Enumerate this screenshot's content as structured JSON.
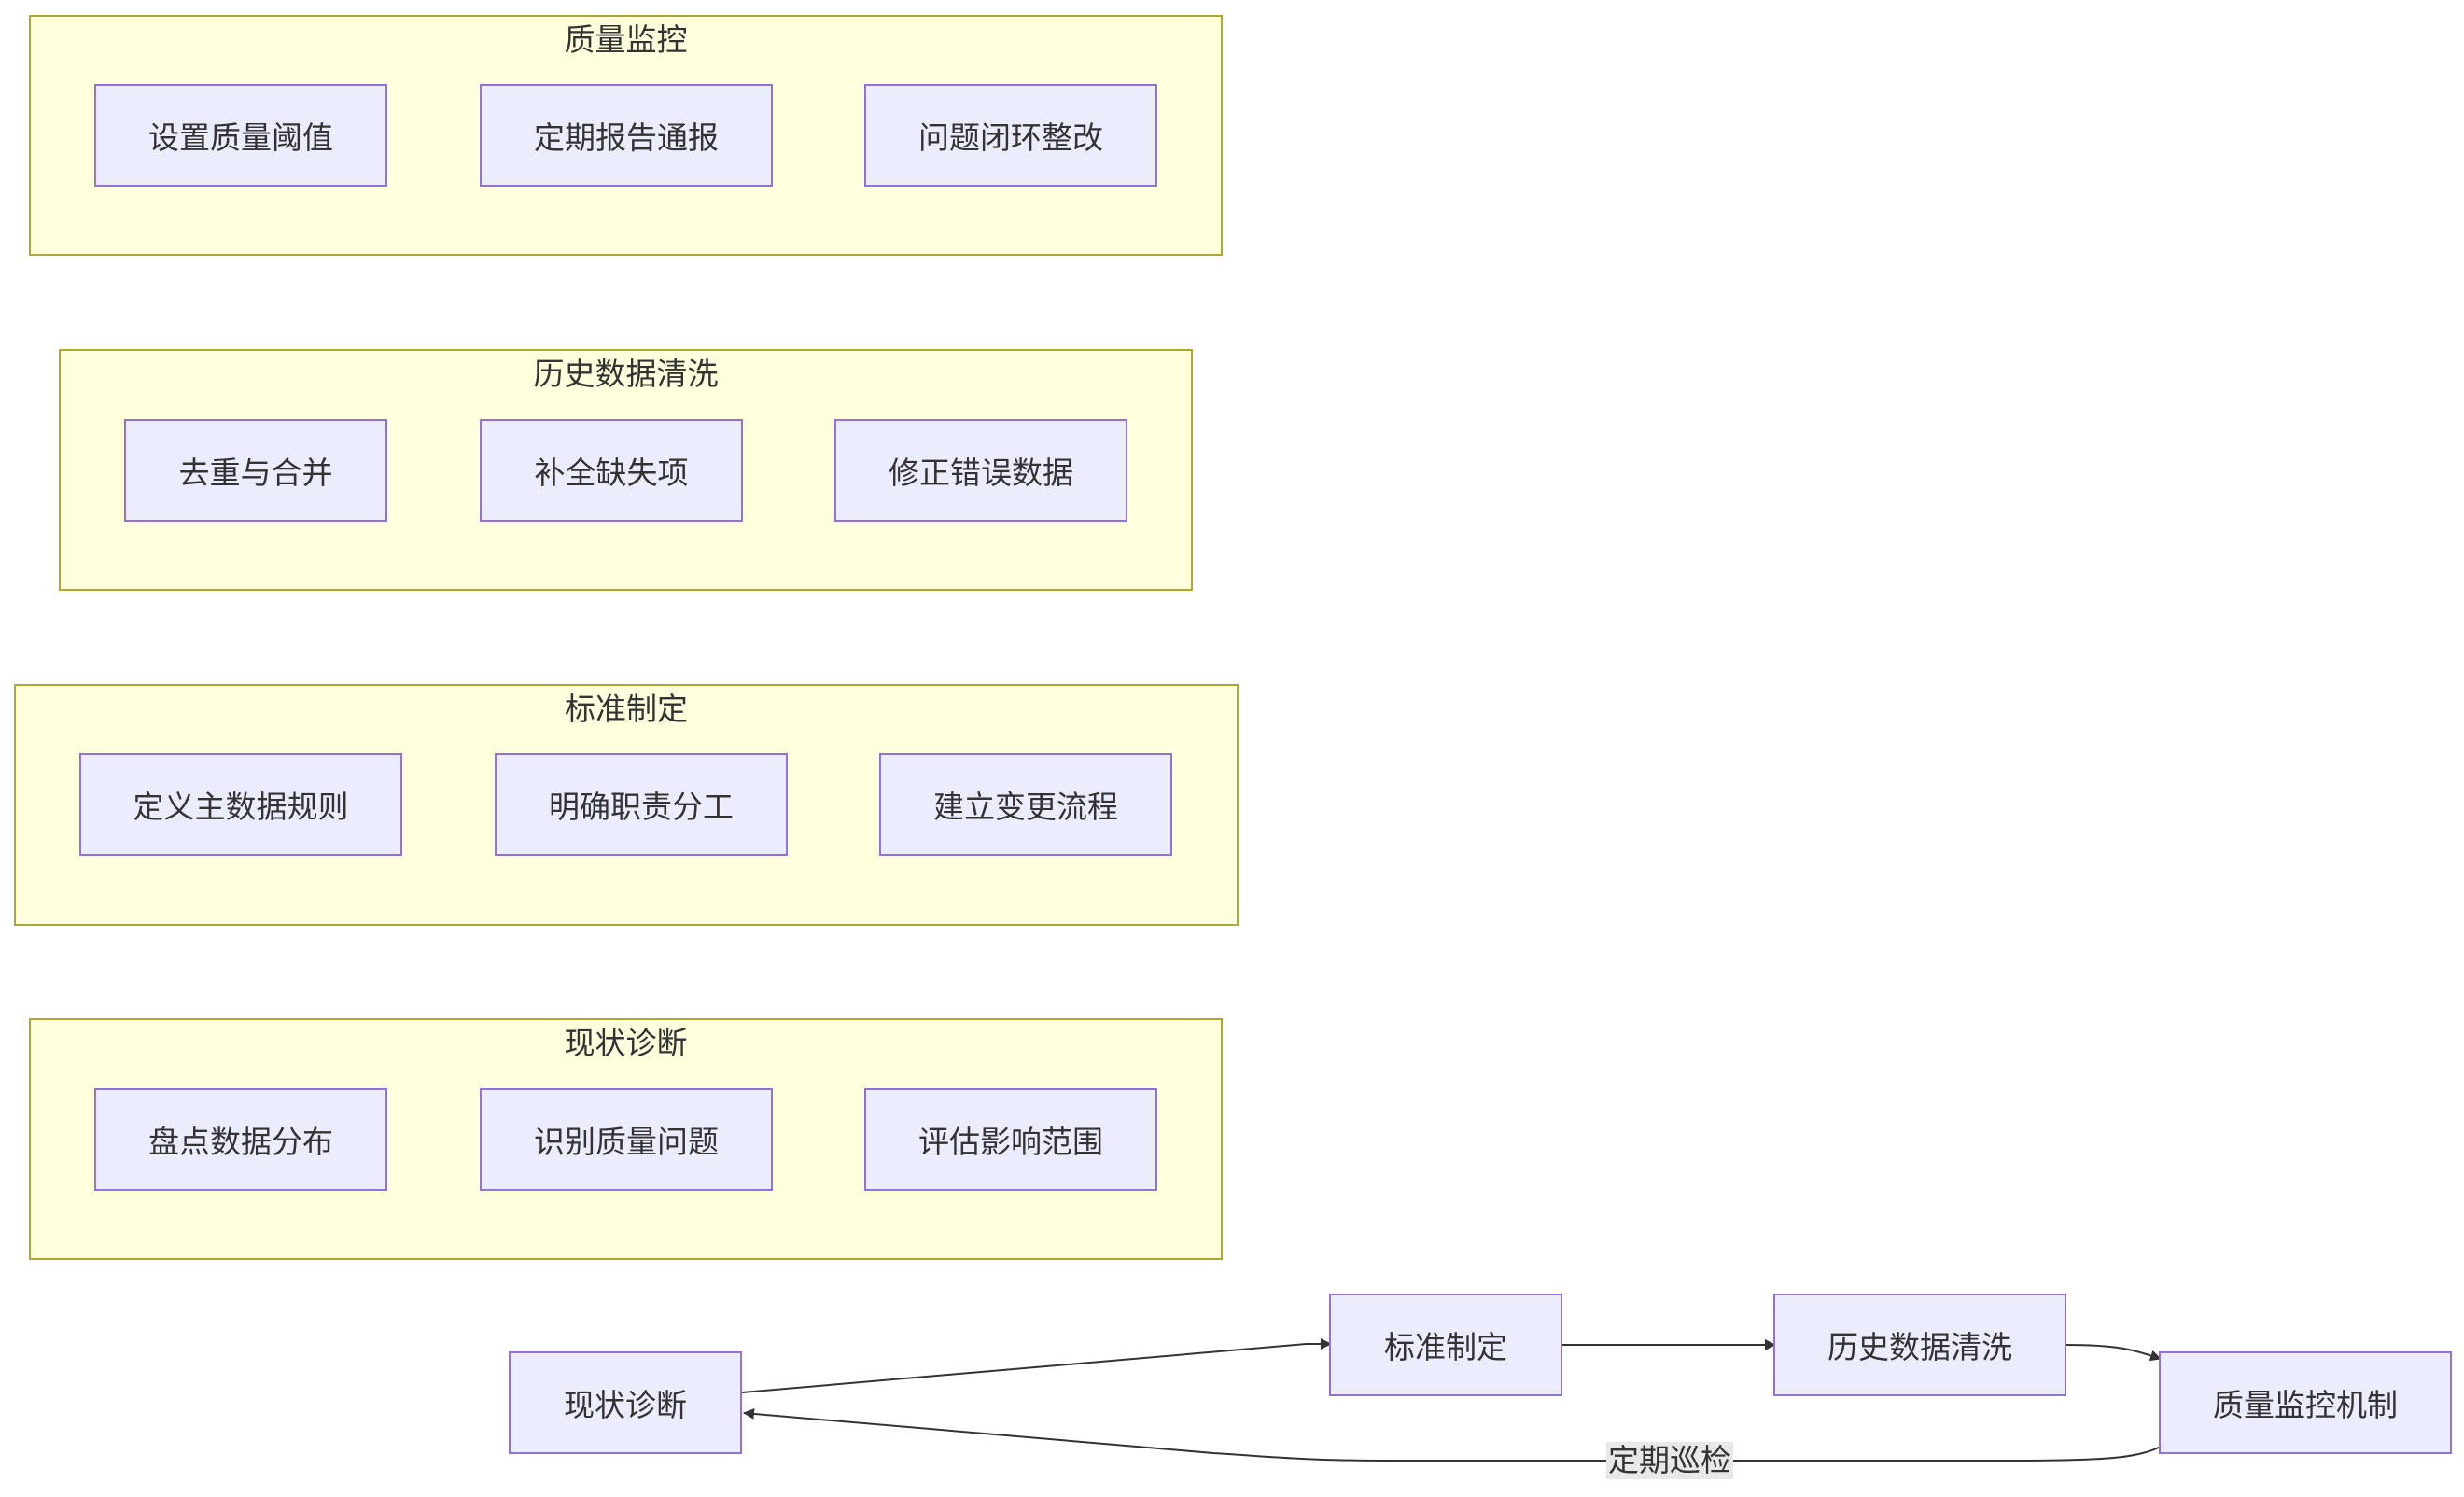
{
  "clusters": {
    "quality_monitoring": {
      "title": "质量监控",
      "nodes": [
        "设置质量阈值",
        "定期报告通报",
        "问题闭环整改"
      ]
    },
    "history_cleaning": {
      "title": "历史数据清洗",
      "nodes": [
        "去重与合并",
        "补全缺失项",
        "修正错误数据"
      ]
    },
    "standard_setting": {
      "title": "标准制定",
      "nodes": [
        "定义主数据规则",
        "明确职责分工",
        "建立变更流程"
      ]
    },
    "status_diagnosis": {
      "title": "现状诊断",
      "nodes": [
        "盘点数据分布",
        "识别质量问题",
        "评估影响范围"
      ]
    }
  },
  "flow": {
    "nodes": {
      "diagnosis": "现状诊断",
      "standard": "标准制定",
      "cleaning": "历史数据清洗",
      "monitoring": "质量监控机制"
    },
    "edges": [
      {
        "from": "diagnosis",
        "to": "standard"
      },
      {
        "from": "standard",
        "to": "cleaning"
      },
      {
        "from": "cleaning",
        "to": "monitoring"
      },
      {
        "from": "monitoring",
        "to": "diagnosis",
        "label": "定期巡检"
      }
    ]
  },
  "colors": {
    "cluster_fill": "#ffffde",
    "cluster_border": "#aaaa33",
    "node_fill": "#ececff",
    "node_border": "#9370db",
    "edge": "#333333",
    "label_bg": "#e8e8e8"
  }
}
